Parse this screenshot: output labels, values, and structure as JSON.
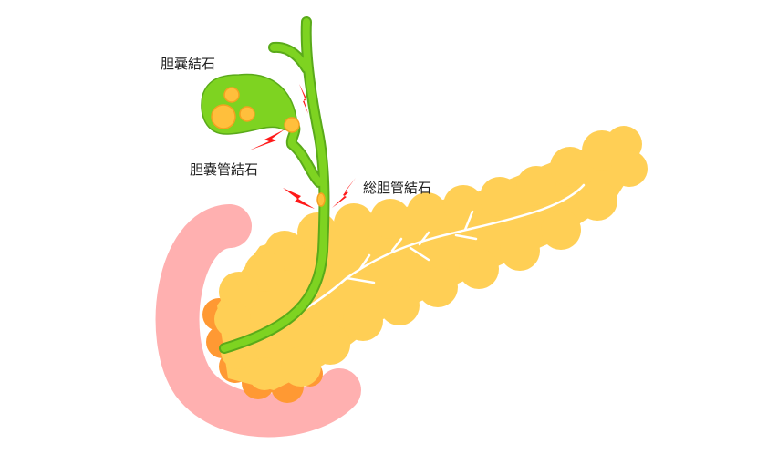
{
  "labels": {
    "gallbladder_stone": "胆嚢結石",
    "cystic_duct_stone": "胆嚢管結石",
    "common_bile_duct_stone": "総胆管結石"
  },
  "colors": {
    "duodenum": "#ffb0b0",
    "pancreas": "#ffcf55",
    "pancreas_shadow": "#ff9933",
    "bile_duct": "#7ed321",
    "bile_duct_edge": "#5aaa1a",
    "stone": "#ffbf3c",
    "pain_bolt": "#ff1a1a"
  }
}
